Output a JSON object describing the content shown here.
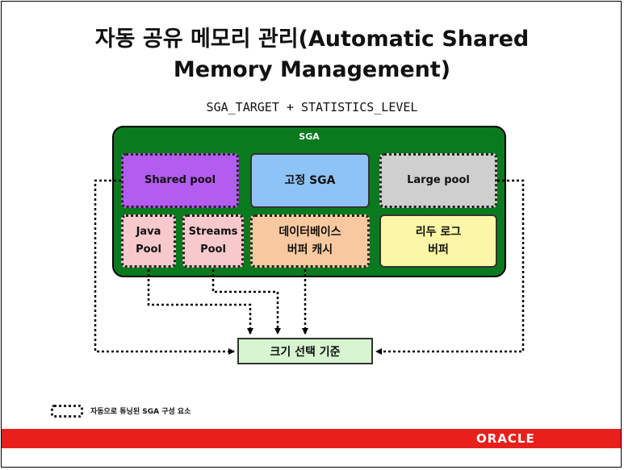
{
  "title_line1": "자동 공유 메모리 관리(Automatic Shared",
  "title_line2": "Memory Management)",
  "subtitle": "SGA_TARGET + STATISTICS_LEVEL",
  "sga_label": "SGA",
  "pools": {
    "shared_pool": "Shared pool",
    "fixed_sga": "고정 SGA",
    "large_pool": "Large pool",
    "java_pool_line1": "Java",
    "java_pool_line2": "Pool",
    "streams_pool_line1": "Streams",
    "streams_pool_line2": "Pool",
    "buffer_cache_line1": "데이터베이스",
    "buffer_cache_line2": "버퍼 캐시",
    "redo_log_line1": "리두 로그",
    "redo_log_line2": "버퍼"
  },
  "criteria_label": "크기 선택 기준",
  "legend_label": "자동으로 튜닝된 SGA 구성 요소",
  "brand": "ORACLE",
  "colors": {
    "sga_green": "#0a7a1e",
    "shared_pool": "#b35cf0",
    "fixed_sga": "#8ec3f5",
    "large_pool": "#cfcfcf",
    "java_pool": "#f7c8cc",
    "streams_pool": "#f7c8cc",
    "buffer_cache": "#f8c9a0",
    "redo_log": "#fbf7a6",
    "criteria": "#d6f5d0",
    "brand_red": "#e8201c"
  }
}
